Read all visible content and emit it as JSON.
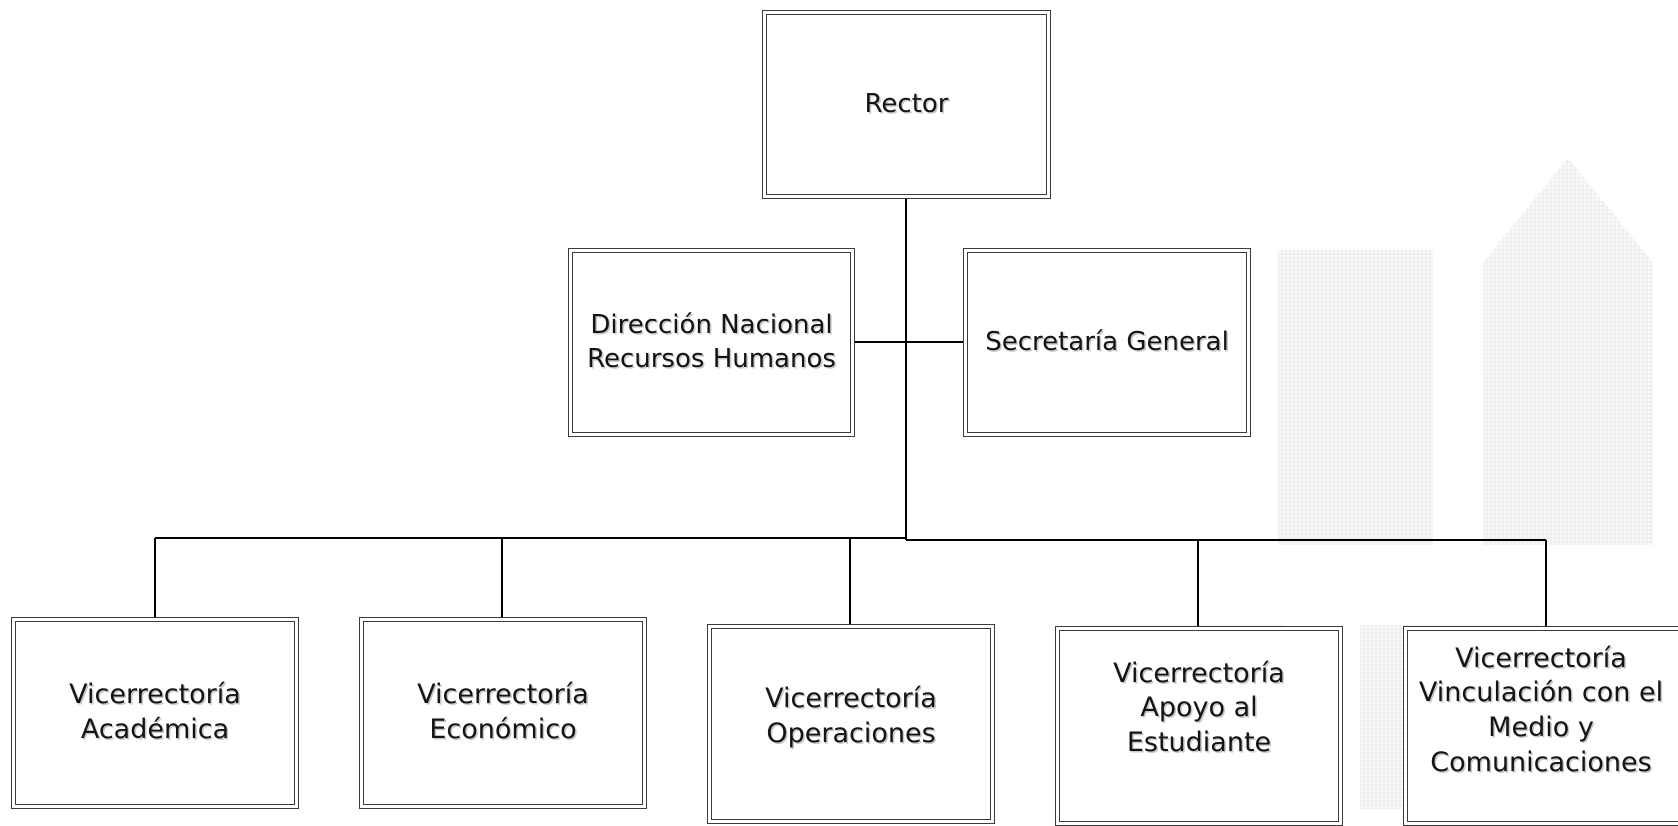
{
  "org_chart": {
    "root": {
      "label": "Rector"
    },
    "staff": [
      {
        "label": "Dirección Nacional\nRecursos Humanos"
      },
      {
        "label": "Secretaría General"
      }
    ],
    "vicerrectorias": [
      {
        "label": "Vicerrectoría\nAcadémica"
      },
      {
        "label": "Vicerrectoría\nEconómico"
      },
      {
        "label": "Vicerrectoría\nOperaciones"
      },
      {
        "label": "Vicerrectoría\nApoyo al\nEstudiante"
      },
      {
        "label": "Vicerrectoría\nVinculación con el\nMedio y\nComunicaciones"
      }
    ]
  }
}
